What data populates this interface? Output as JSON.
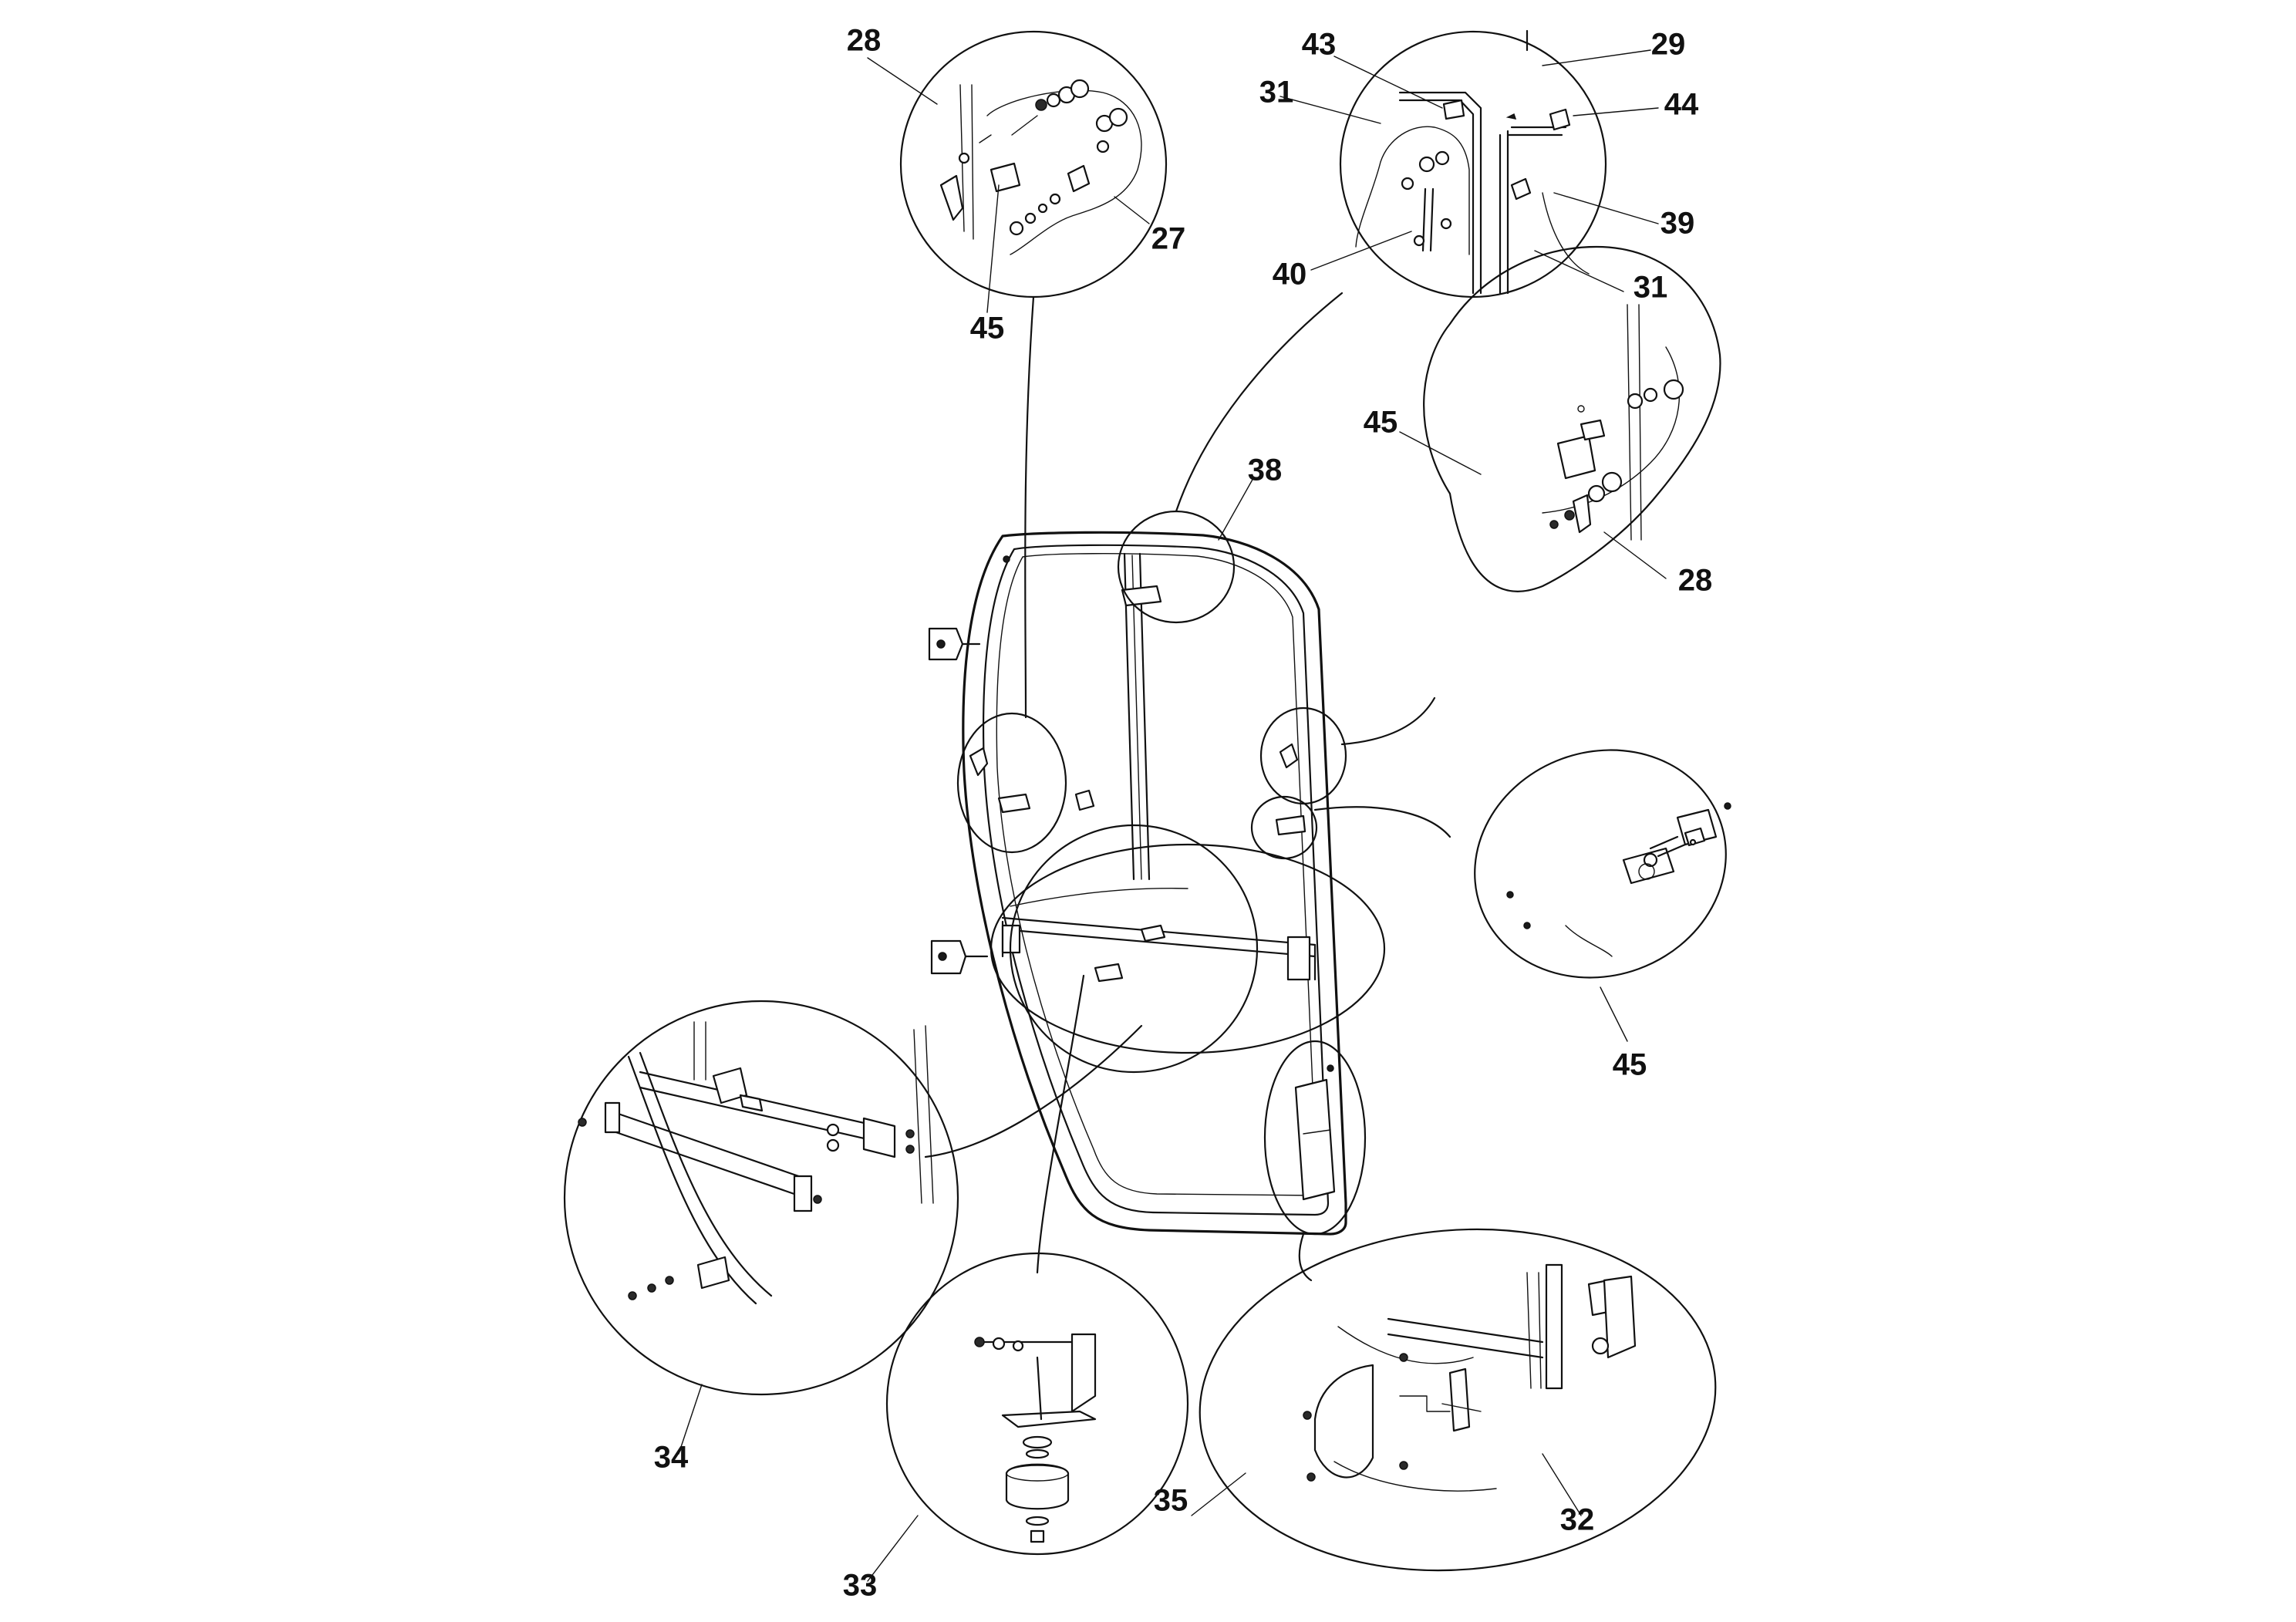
{
  "diagram": {
    "type": "exploded-parts-diagram",
    "callouts": [
      {
        "id": "c28a",
        "label": "28"
      },
      {
        "id": "c45a",
        "label": "45"
      },
      {
        "id": "c27",
        "label": "27"
      },
      {
        "id": "c43",
        "label": "43"
      },
      {
        "id": "c29",
        "label": "29"
      },
      {
        "id": "c31a",
        "label": "31"
      },
      {
        "id": "c44",
        "label": "44"
      },
      {
        "id": "c39",
        "label": "39"
      },
      {
        "id": "c40",
        "label": "40"
      },
      {
        "id": "c31b",
        "label": "31"
      },
      {
        "id": "c45b",
        "label": "45"
      },
      {
        "id": "c28b",
        "label": "28"
      },
      {
        "id": "c38",
        "label": "38"
      },
      {
        "id": "c45c",
        "label": "45"
      },
      {
        "id": "c34",
        "label": "34"
      },
      {
        "id": "c33",
        "label": "33"
      },
      {
        "id": "c35",
        "label": "35"
      },
      {
        "id": "c32",
        "label": "32"
      }
    ]
  }
}
